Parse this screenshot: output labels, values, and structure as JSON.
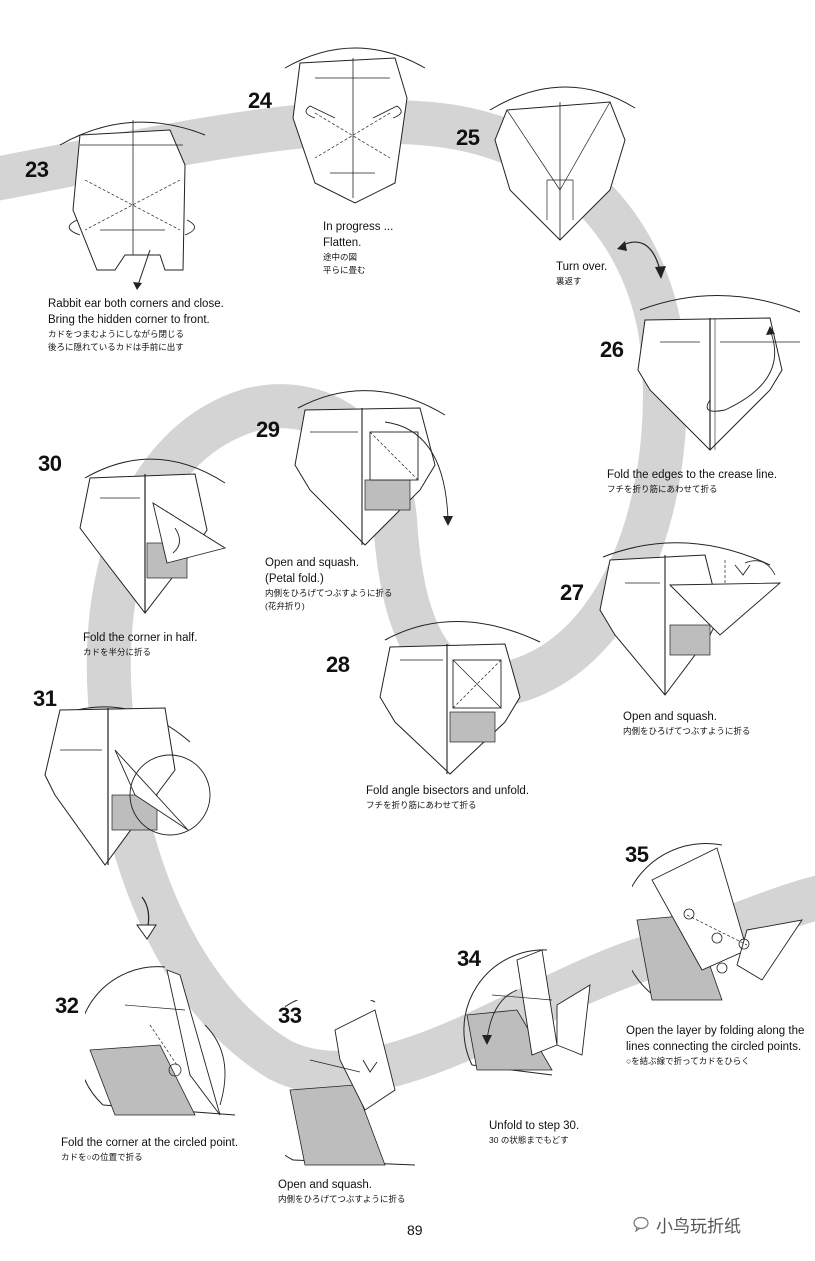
{
  "page_number": "89",
  "watermark": "小鸟玩折纸",
  "colors": {
    "band": "#d4d4d4",
    "line": "#222222",
    "shade": "#bdbdbd"
  },
  "steps": [
    {
      "num": "23",
      "en": [
        "Rabbit ear both corners and close.",
        "Bring the hidden corner to front."
      ],
      "ja": [
        "カドをつまむようにしながら閉じる",
        "後ろに隠れているカドは手前に出す"
      ]
    },
    {
      "num": "24",
      "en": [
        "In progress ...",
        "Flatten."
      ],
      "ja": [
        "途中の図",
        "平らに畳む"
      ]
    },
    {
      "num": "25",
      "en": [
        "Turn over."
      ],
      "ja": [
        "裏返す"
      ]
    },
    {
      "num": "26",
      "en": [
        "Fold the edges to the crease line."
      ],
      "ja": [
        "フチを折り筋にあわせて折る"
      ]
    },
    {
      "num": "27",
      "en": [
        "Open and squash."
      ],
      "ja": [
        "内側をひろげてつぶすように折る"
      ]
    },
    {
      "num": "28",
      "en": [
        "Fold angle bisectors and unfold."
      ],
      "ja": [
        "フチを折り筋にあわせて折る"
      ]
    },
    {
      "num": "29",
      "en": [
        "Open and squash.",
        "(Petal fold.)"
      ],
      "ja": [
        "内側をひろげてつぶすように折る",
        "(花弁折り)"
      ]
    },
    {
      "num": "30",
      "en": [
        "Fold the corner in half."
      ],
      "ja": [
        "カドを半分に折る"
      ]
    },
    {
      "num": "31",
      "en": [],
      "ja": []
    },
    {
      "num": "32",
      "en": [
        "Fold the corner at the circled point."
      ],
      "ja": [
        "カドを○の位置で折る"
      ]
    },
    {
      "num": "33",
      "en": [
        "Open and squash."
      ],
      "ja": [
        "内側をひろげてつぶすように折る"
      ]
    },
    {
      "num": "34",
      "en": [
        "Unfold to step 30."
      ],
      "ja": [
        "30 の状態までもどす"
      ]
    },
    {
      "num": "35",
      "en": [
        "Open the layer by folding along the",
        "lines connecting the circled points."
      ],
      "ja": [
        "○を結ぶ線で折ってカドをひらく"
      ]
    }
  ]
}
